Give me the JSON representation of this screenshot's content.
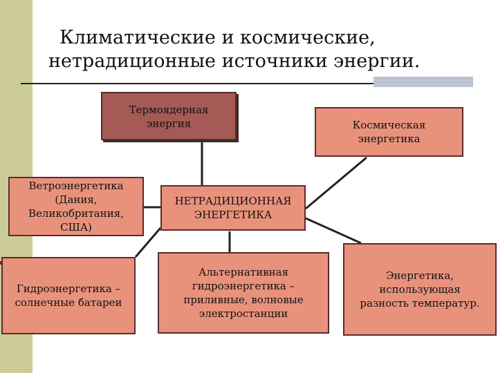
{
  "title": {
    "line1": "Климатические и космические,",
    "line2": "нетрадиционные источники энергии."
  },
  "nodes": {
    "thermo": "Термоядерная\nэнергия",
    "space": "Космическая\nэнергетика",
    "wind": "Ветроэнергетика\n(Дания,\nВеликобритания,\nСША)",
    "center": "НЕТРАДИЦИОННАЯ\nЭНЕРГЕТИКА",
    "hydro_solar": "Гидроэнергетика –\nсолнечные батареи",
    "alt_hydro": "Альтернативная\nгидроэнергетика –\nприливные, волновые\nэлектростанции",
    "temp_diff": "Энергетика,\nиспользующая\nразность температур."
  },
  "colors": {
    "box_fill": "#e8927c",
    "box_dark_fill": "#a55a55",
    "sidebar": "#cccc99",
    "accent": "#8b1a1a"
  }
}
